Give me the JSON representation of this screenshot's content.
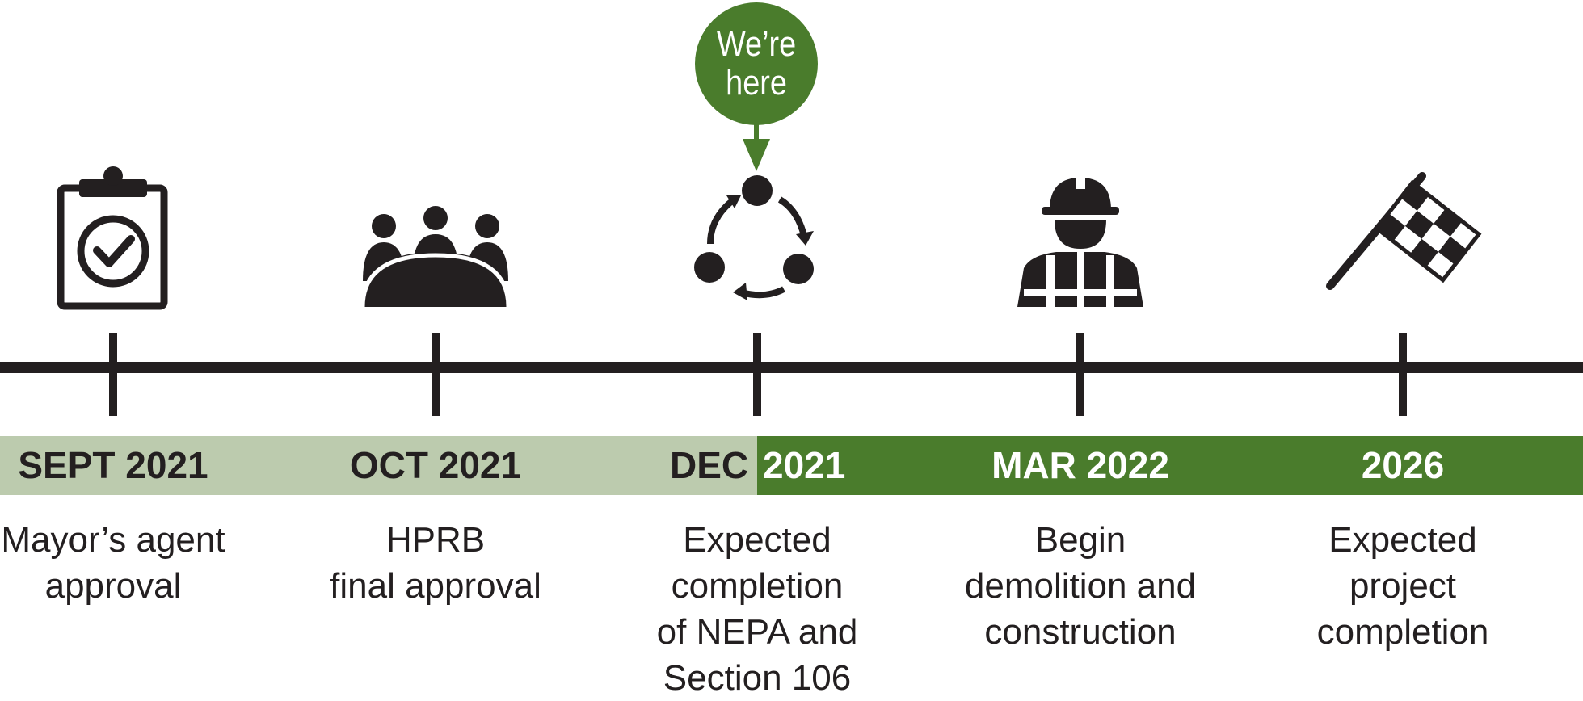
{
  "marker": {
    "line1": "We’re",
    "line2": "here"
  },
  "milestones": [
    {
      "date": "SEPT 2021",
      "lines": [
        "Mayor’s agent",
        "approval"
      ],
      "icon": "clipboard-check-icon"
    },
    {
      "date": "OCT 2021",
      "lines": [
        "HPRB",
        "final approval"
      ],
      "icon": "meeting-table-icon"
    },
    {
      "date_part1": "DEC",
      "date_part2": "2021",
      "lines": [
        "Expected",
        "completion",
        "of NEPA and",
        "Section 106"
      ],
      "icon": "review-cycle-icon"
    },
    {
      "date": "MAR 2022",
      "lines": [
        "Begin",
        "demolition and",
        "construction"
      ],
      "icon": "construction-worker-icon"
    },
    {
      "date": "2026",
      "lines": [
        "Expected",
        "project",
        "completion"
      ],
      "icon": "checkered-flag-icon"
    }
  ],
  "colors": {
    "accent_green": "#4a7c2c",
    "pale_green": "#bccbae",
    "ink": "#231f20"
  }
}
